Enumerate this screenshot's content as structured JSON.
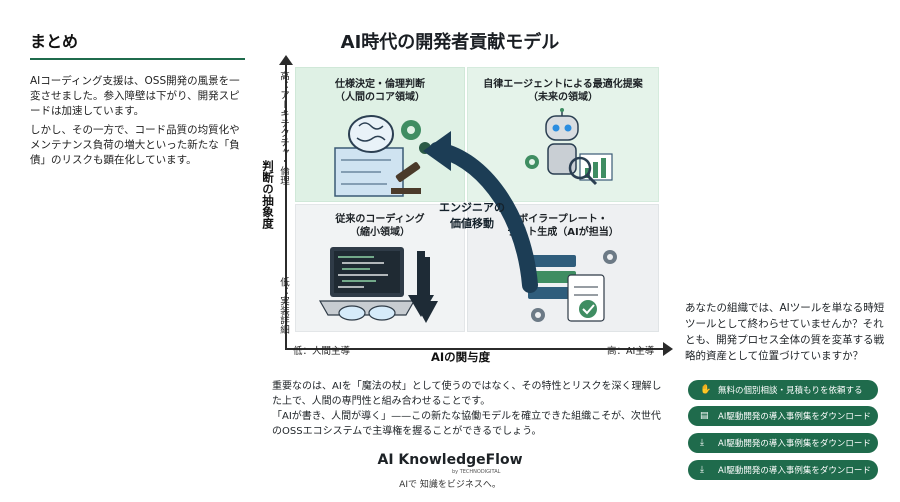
{
  "summary": {
    "heading": "まとめ",
    "paragraphs": [
      "AIコーディング支援は、OSS開発の風景を一変させました。参入障壁は下がり、開発スピードは加速しています。",
      "しかし、その一方で、コード品質の均質化やメンテナンス負荷の増大といった新たな「負債」のリスクも顕在化しています。"
    ]
  },
  "diagram": {
    "title": "AI時代の開発者貢献モデル",
    "y_axis": {
      "high": "高：アーキテクチャ・倫理",
      "title": "判断の抽象度",
      "low": "低：実装詳細"
    },
    "x_axis": {
      "low": "低：人間主導",
      "title": "AIの関与度",
      "high": "高：AI主導"
    },
    "quadrants": {
      "top_left": {
        "line1": "仕様決定・倫理判断",
        "line2": "（人間のコア領域）"
      },
      "top_right": {
        "line1": "自律エージェントによる最適化提案",
        "line2": "（未来の領域）"
      },
      "bottom_left": {
        "line1": "従来のコーディング",
        "line2": "（縮小領域）"
      },
      "bottom_right": {
        "line1": "ボイラープレート・",
        "line2": "テスト生成（AIが担当）"
      }
    },
    "movement": {
      "line1": "エンジニアの",
      "line2": "価値移動"
    },
    "colors": {
      "accent": "#1f6b4c",
      "arrow": "#1c3d55",
      "quad_high": "#dff1e5",
      "quad_low": "#f1f3f4"
    }
  },
  "conclusion": {
    "lines": [
      "重要なのは、AIを「魔法の杖」として使うのではなく、その特性とリスクを深く理解した上で、人間の専門性と組み合わせることです。",
      "「AIが書き、人間が導く」——この新たな協働モデルを確立できた組織こそが、次世代のOSSエコシステムで主導権を握ることができるでしょう。"
    ]
  },
  "brand": {
    "name": "AI KnowledgeFlow",
    "sub": "by TECHNODIGITAL",
    "tagline": "AIで 知識をビジネスへ。"
  },
  "cta_panel": {
    "question": "あなたの組織では、AIツールを単なる時短ツールとして終わらせていませんか？それとも、開発プロセス全体の質を変革する戦略的資産として位置づけていますか？",
    "buttons": [
      {
        "label": "無料の個別相談・見積もりを依頼する",
        "icon": "handshake-icon"
      },
      {
        "label": "AI駆動開発の導入事例集をダウンロード",
        "icon": "document-icon"
      },
      {
        "label": "AI駆動開発の導入事例集をダウンロード",
        "icon": "download-icon"
      },
      {
        "label": "AI駆動開発の導入事例集をダウンロード",
        "icon": "download-icon"
      }
    ]
  }
}
